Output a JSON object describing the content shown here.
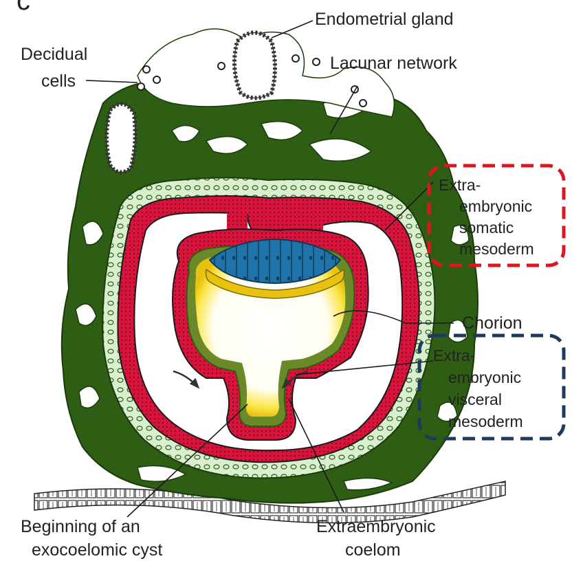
{
  "figure": {
    "panel_letter": "c",
    "labels": {
      "endometrial_gland": "Endometrial gland",
      "decidual_cells_1": "Decidual",
      "decidual_cells_2": "cells",
      "lacunar_network": "Lacunar network",
      "somatic_1": "Extra-",
      "somatic_2": "embryonic",
      "somatic_3": "somatic",
      "somatic_4": "mesoderm",
      "chorion": "Chorion",
      "visceral_1": "Extra-",
      "visceral_2": "embryonic",
      "visceral_3": "visceral",
      "visceral_4": "mesoderm",
      "exocoelomic_1": "Beginning of an",
      "exocoelomic_2": "exocoelomic cyst",
      "coelom_1": "Extraembryonic",
      "coelom_2": "coelom"
    },
    "highlight_colors": {
      "somatic_box": "#e0141e",
      "visceral_box": "#1f3a5c"
    },
    "tissue_colors": {
      "trophoblast": "#2e5e14",
      "mesoderm": "#cfe8c4",
      "hypoblast_sac": "#d8143c",
      "epiblast": "#1f73a8",
      "yolk_sac_rim": "#f3d21a"
    }
  }
}
